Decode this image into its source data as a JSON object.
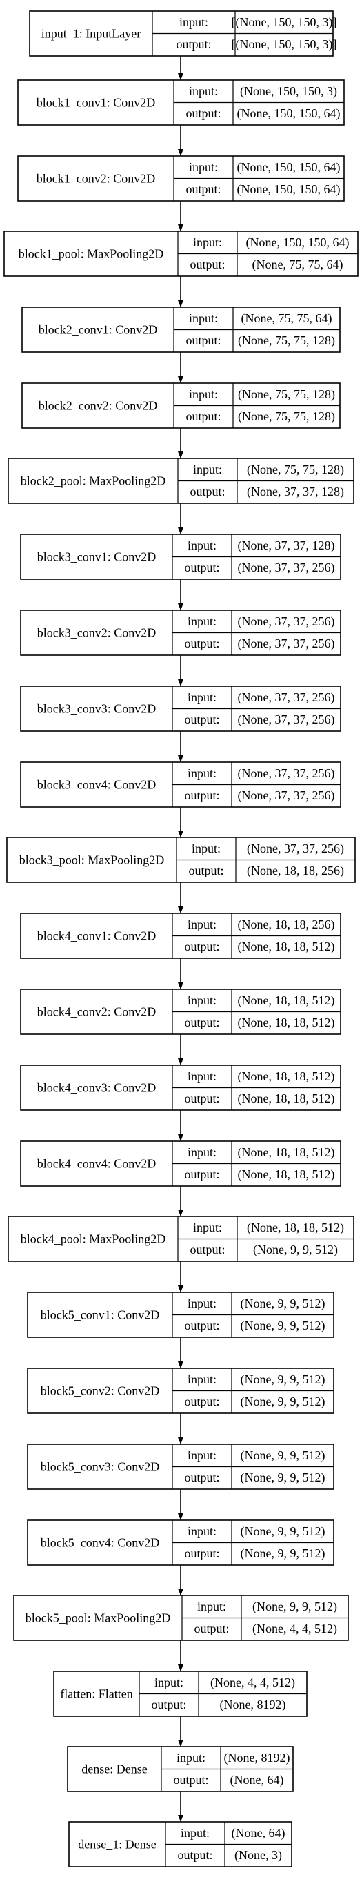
{
  "diagram": {
    "layers": [
      {
        "name": "input_1: InputLayer",
        "input": "[(None, 150, 150, 3)]",
        "output": "[(None, 150, 150, 3)]"
      },
      {
        "name": "block1_conv1: Conv2D",
        "input": "(None, 150, 150, 3)",
        "output": "(None, 150, 150, 64)"
      },
      {
        "name": "block1_conv2: Conv2D",
        "input": "(None, 150, 150, 64)",
        "output": "(None, 150, 150, 64)"
      },
      {
        "name": "block1_pool: MaxPooling2D",
        "input": "(None, 150, 150, 64)",
        "output": "(None, 75, 75, 64)"
      },
      {
        "name": "block2_conv1: Conv2D",
        "input": "(None, 75, 75, 64)",
        "output": "(None, 75, 75, 128)"
      },
      {
        "name": "block2_conv2: Conv2D",
        "input": "(None, 75, 75, 128)",
        "output": "(None, 75, 75, 128)"
      },
      {
        "name": "block2_pool: MaxPooling2D",
        "input": "(None, 75, 75, 128)",
        "output": "(None, 37, 37, 128)"
      },
      {
        "name": "block3_conv1: Conv2D",
        "input": "(None, 37, 37, 128)",
        "output": "(None, 37, 37, 256)"
      },
      {
        "name": "block3_conv2: Conv2D",
        "input": "(None, 37, 37, 256)",
        "output": "(None, 37, 37, 256)"
      },
      {
        "name": "block3_conv3: Conv2D",
        "input": "(None, 37, 37, 256)",
        "output": "(None, 37, 37, 256)"
      },
      {
        "name": "block3_conv4: Conv2D",
        "input": "(None, 37, 37, 256)",
        "output": "(None, 37, 37, 256)"
      },
      {
        "name": "block3_pool: MaxPooling2D",
        "input": "(None, 37, 37, 256)",
        "output": "(None, 18, 18, 256)"
      },
      {
        "name": "block4_conv1: Conv2D",
        "input": "(None, 18, 18, 256)",
        "output": "(None, 18, 18, 512)"
      },
      {
        "name": "block4_conv2: Conv2D",
        "input": "(None, 18, 18, 512)",
        "output": "(None, 18, 18, 512)"
      },
      {
        "name": "block4_conv3: Conv2D",
        "input": "(None, 18, 18, 512)",
        "output": "(None, 18, 18, 512)"
      },
      {
        "name": "block4_conv4: Conv2D",
        "input": "(None, 18, 18, 512)",
        "output": "(None, 18, 18, 512)"
      },
      {
        "name": "block4_pool: MaxPooling2D",
        "input": "(None, 18, 18, 512)",
        "output": "(None, 9, 9, 512)"
      },
      {
        "name": "block5_conv1: Conv2D",
        "input": "(None, 9, 9, 512)",
        "output": "(None, 9, 9, 512)"
      },
      {
        "name": "block5_conv2: Conv2D",
        "input": "(None, 9, 9, 512)",
        "output": "(None, 9, 9, 512)"
      },
      {
        "name": "block5_conv3: Conv2D",
        "input": "(None, 9, 9, 512)",
        "output": "(None, 9, 9, 512)"
      },
      {
        "name": "block5_conv4: Conv2D",
        "input": "(None, 9, 9, 512)",
        "output": "(None, 9, 9, 512)"
      },
      {
        "name": "block5_pool: MaxPooling2D",
        "input": "(None, 9, 9, 512)",
        "output": "(None, 4, 4, 512)"
      },
      {
        "name": "flatten: Flatten",
        "input": "(None, 4, 4, 512)",
        "output": "(None, 8192)"
      },
      {
        "name": "dense: Dense",
        "input": "(None, 8192)",
        "output": "(None, 64)"
      },
      {
        "name": "dense_1: Dense",
        "input": "(None, 64)",
        "output": "(None, 3)"
      }
    ],
    "port_labels": {
      "input": "input:",
      "output": "output:"
    }
  }
}
